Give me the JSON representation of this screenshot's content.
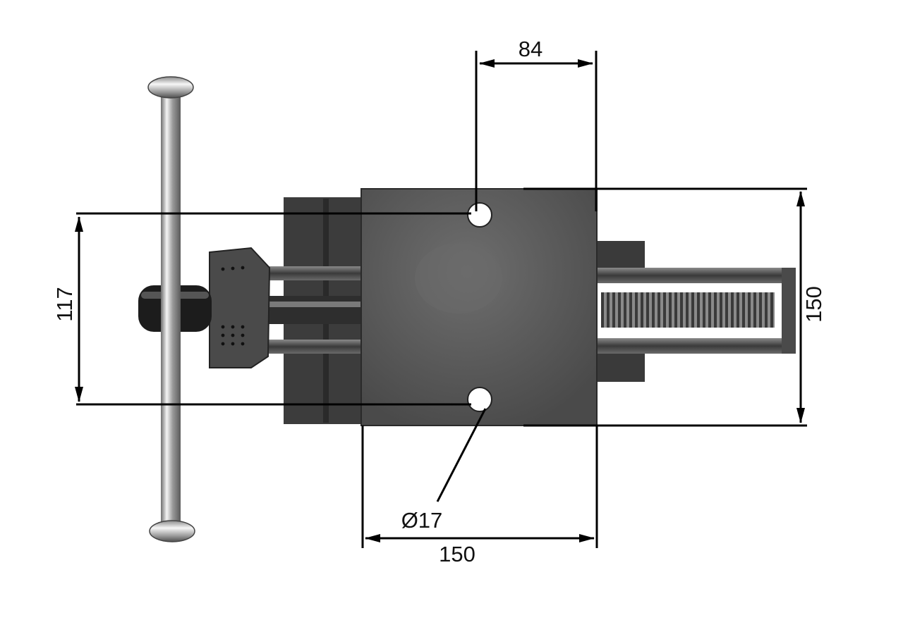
{
  "dimensions": {
    "hole_spacing_horizontal": "84",
    "hole_spacing_vertical": "117",
    "plate_height": "150",
    "plate_width": "150",
    "hole_diameter": "Ø17"
  },
  "colors": {
    "line": "#000000",
    "metal_dark": "#2e2e2e",
    "metal_mid": "#555555",
    "plate": "#5a5a5a",
    "chrome": "#d8d8d8"
  }
}
